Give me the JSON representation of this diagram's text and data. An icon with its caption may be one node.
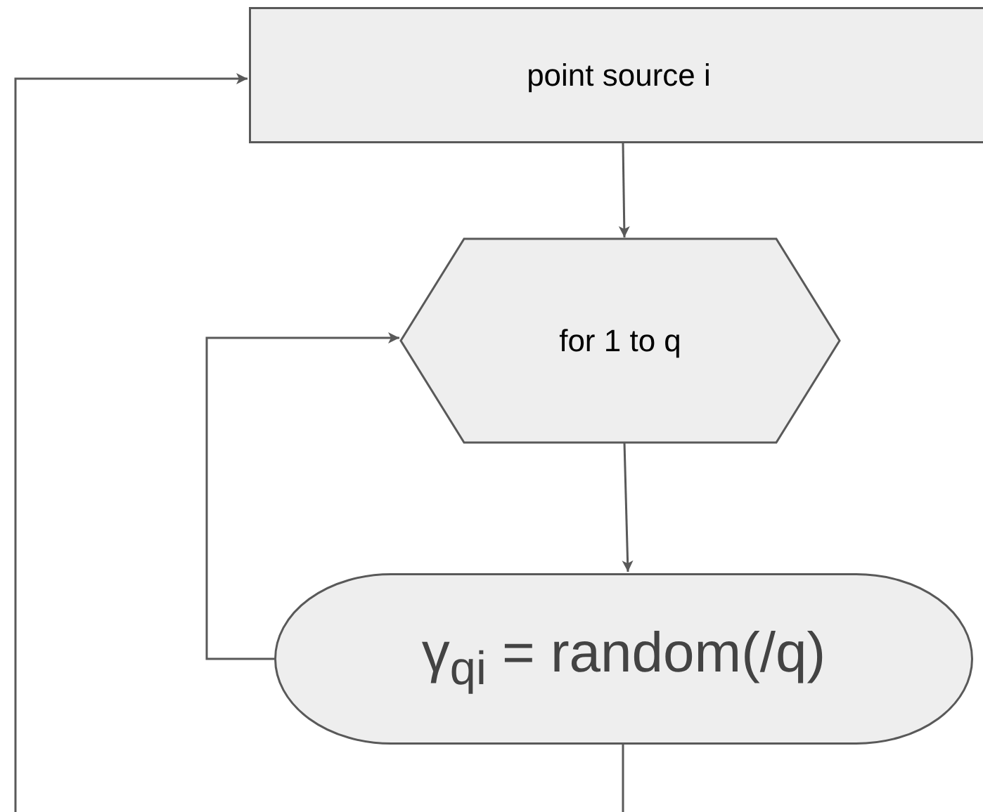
{
  "diagram": {
    "nodes": [
      {
        "text": [
          "point source i"
        ]
      },
      {
        "text": [
          "for 1 to q"
        ]
      },
      {
        "text": [
          "γ$_{qi}$ = random(/q)"
        ]
      }
    ],
    "edges": [
      {
        "from": 0,
        "to": 1,
        "arrow": "to"
      },
      {
        "from": 1,
        "to": 2,
        "arrow": "to"
      },
      {
        "from": 2,
        "to": 1,
        "arrow": "to"
      },
      {
        "from": null,
        "to": 0,
        "arrow": "to"
      },
      {
        "from": 2,
        "to": null,
        "arrow": "none"
      }
    ]
  }
}
